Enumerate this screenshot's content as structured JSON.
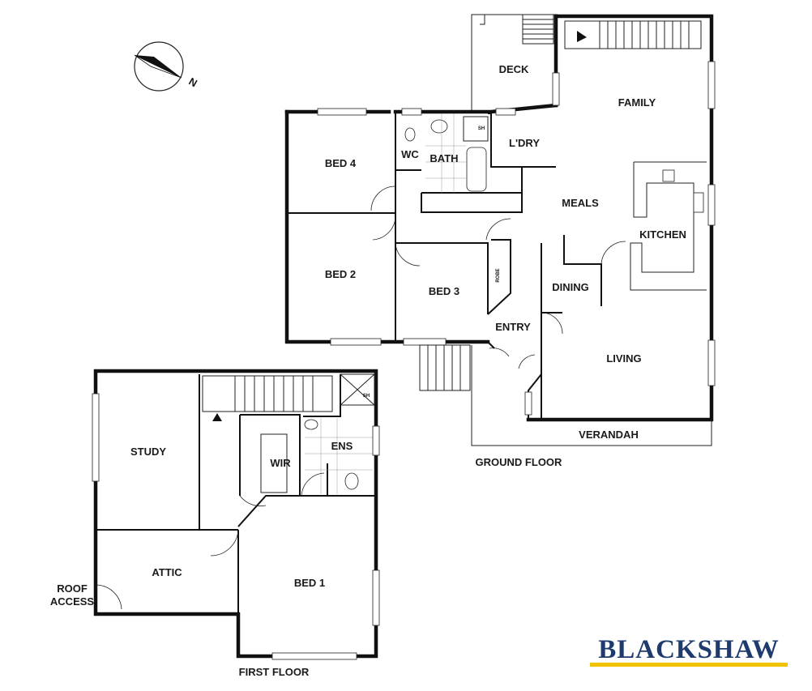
{
  "compass": {
    "label": "N",
    "icon": "north-arrow-icon"
  },
  "floors": {
    "ground": "GROUND FLOOR",
    "first": "FIRST FLOOR"
  },
  "rooms": {
    "deck": "DECK",
    "family": "FAMILY",
    "bed4": "BED 4",
    "wc": "WC",
    "bath": "BATH",
    "laundry": "L'DRY",
    "meals": "MEALS",
    "kitchen": "KITCHEN",
    "bed2": "BED 2",
    "bed3": "BED 3",
    "robe": "ROBE",
    "dining": "DINING",
    "entry": "ENTRY",
    "living": "LIVING",
    "verandah": "VERANDAH",
    "study": "STUDY",
    "wir": "WIR",
    "ens": "ENS",
    "attic": "ATTIC",
    "roof_access_line1": "ROOF",
    "roof_access_line2": "ACCESS",
    "bed1": "BED 1",
    "shower_ground": "SH",
    "shower_first": "SH"
  },
  "brand": {
    "name": "BLACKSHAW",
    "underline_color": "#f2c200",
    "text_color": "#1f3a6d"
  }
}
